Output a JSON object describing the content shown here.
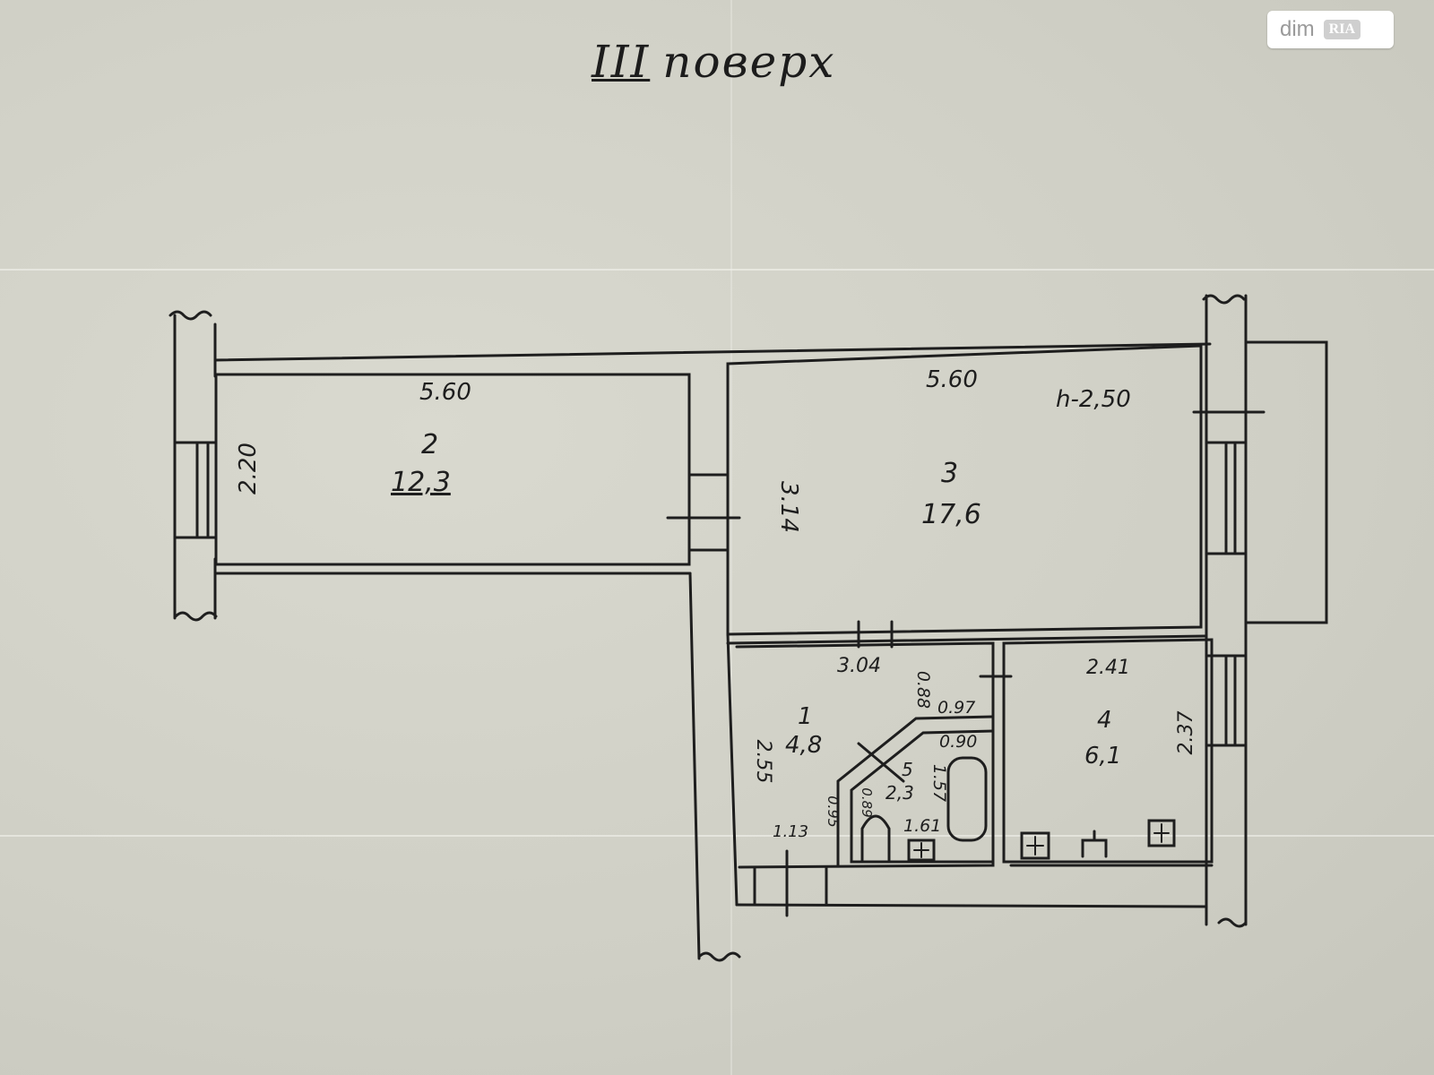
{
  "watermark": {
    "brand": "dim",
    "sub": "RIA"
  },
  "title": {
    "floor_num": "III",
    "text": "поверх"
  },
  "rooms": [
    {
      "id": "2",
      "area": "12,3",
      "width": "5.60",
      "height": "2.20"
    },
    {
      "id": "3",
      "area": "17,6",
      "width": "5.60",
      "height": "3.14",
      "ceiling": "h-2,50"
    },
    {
      "id": "1",
      "area": "4,8",
      "width": "3.04",
      "height": "2.55"
    },
    {
      "id": "4",
      "area": "6,1",
      "width": "2.41",
      "height": "2.37"
    },
    {
      "id": "5",
      "area": "2,3"
    }
  ],
  "dims": {
    "d_088": "0.88",
    "d_097": "0.97",
    "d_090": "0.90",
    "d_157": "1.57",
    "d_161": "1.61",
    "d_095": "0.95",
    "d_113": "1.13",
    "d_089": "0.89"
  }
}
